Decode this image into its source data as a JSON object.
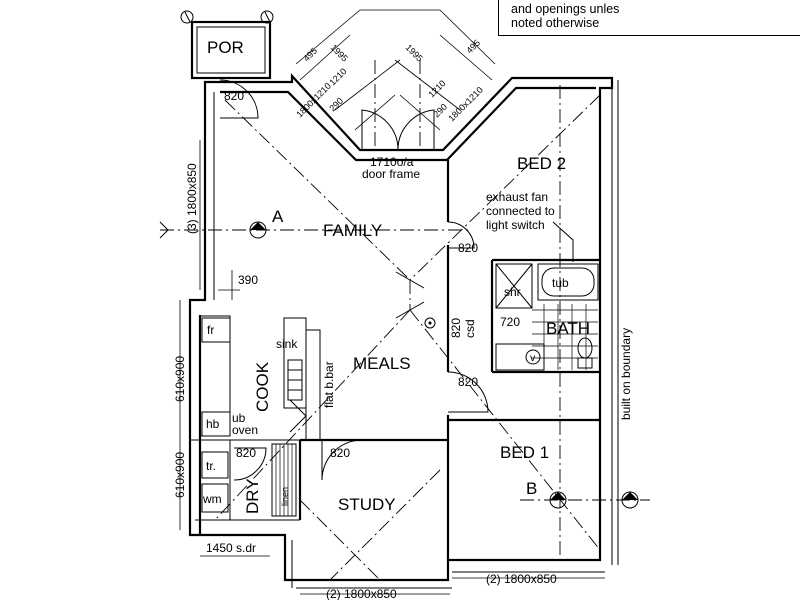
{
  "notes": {
    "line1": "and openings unles",
    "line2": "noted otherwise"
  },
  "rooms": {
    "porch": "POR",
    "family": "FAMILY",
    "bed2": "BED 2",
    "meals": "MEALS",
    "cook": "COOK",
    "bath": "BATH",
    "bed1": "BED 1",
    "study": "STUDY",
    "dry": "DRY"
  },
  "fixtures": {
    "fridge": "fr",
    "sink": "sink",
    "flat_bar": "flat b.bar",
    "hotplate": "hb",
    "ub_oven": "ub\noven",
    "trough": "tr.",
    "washer": "wm",
    "tub": "tub",
    "shower": "shr",
    "vanity": "v",
    "linen": "linen"
  },
  "annotations": {
    "exhaust_fan": [
      "exhaust fan",
      "connected to",
      "light switch"
    ],
    "door_frame": [
      "1710o/a",
      "door frame"
    ],
    "boundary": "built on boundary",
    "section_a": "A",
    "section_b": "B"
  },
  "dimensions": {
    "d820_entry": "820",
    "d820_family": "820",
    "d820_csd": "820",
    "csd": "csd",
    "d820_bed1": "820",
    "d820_study": "820",
    "d820_dry": "820",
    "d720": "720",
    "d390": "390",
    "win_family": "(3) 1800x850",
    "win_study": "(2) 1800x850",
    "win_bed1": "(2) 1800x850",
    "win_cook": "610x900",
    "win_dry": "610x900",
    "s_dr": "1450 s.dr",
    "bay_1995a": "1995",
    "bay_1995b": "1995",
    "bay_495a": "495",
    "bay_495b": "495",
    "bay_1210a": "1210",
    "bay_1210b": "1210",
    "bay_290a": "290",
    "bay_290b": "290",
    "bay_1800x1210a": "1800x1210",
    "bay_1800x1210b": "1800x1210"
  }
}
